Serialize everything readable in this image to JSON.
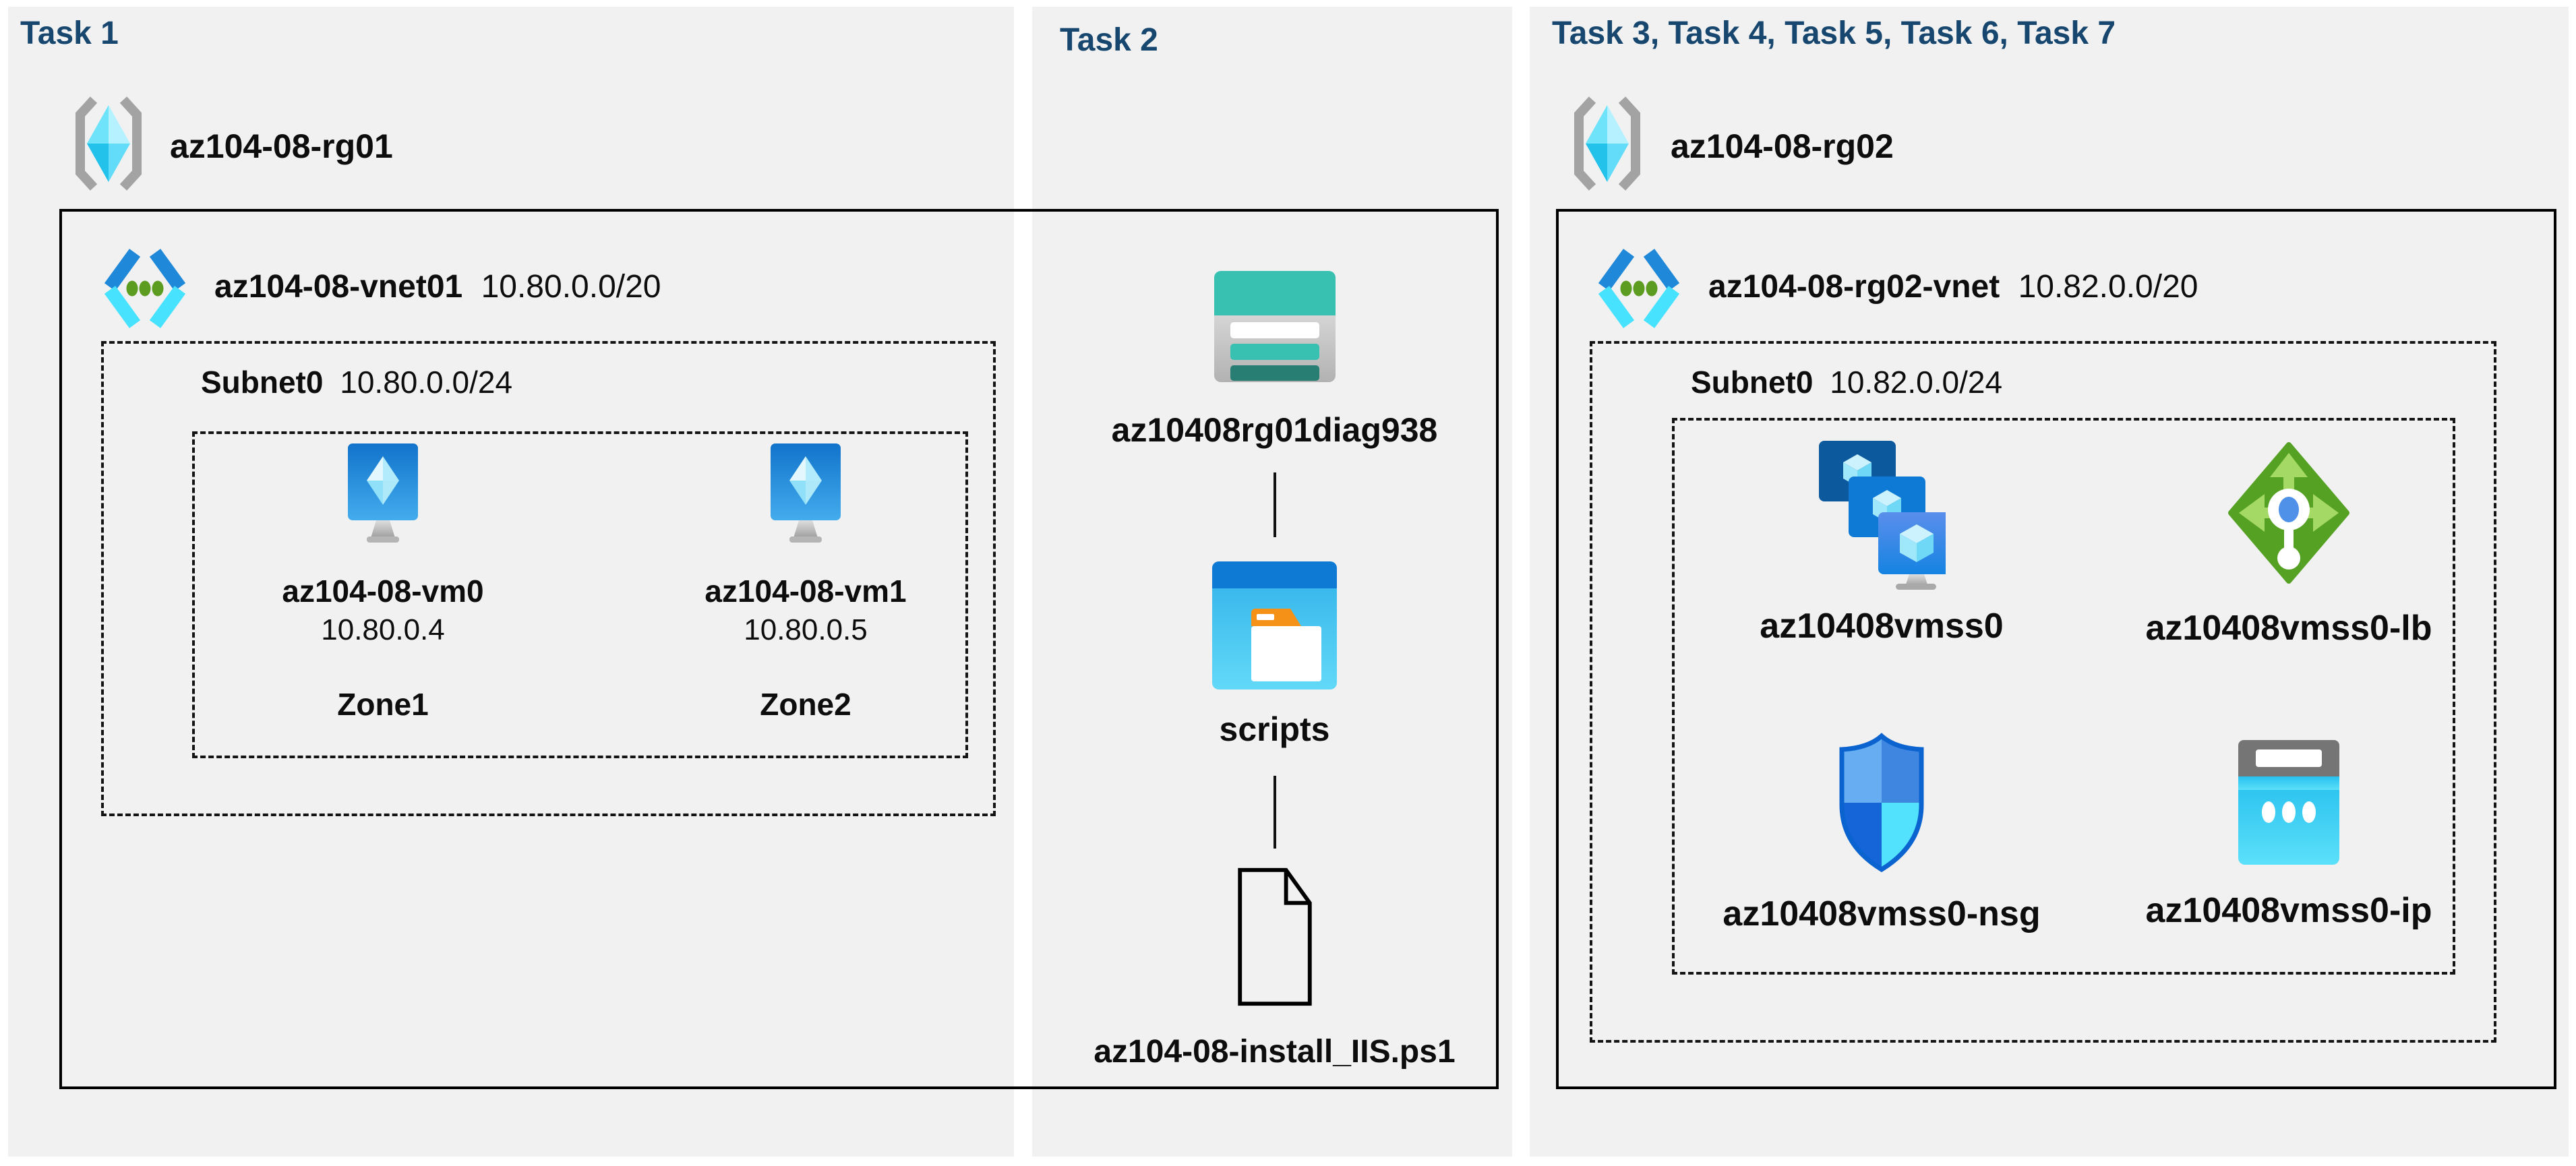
{
  "colors": {
    "page_bg": "#ffffff",
    "panel_bg": "#f1f1f1",
    "header_text": "#17476f",
    "label_text": "#0d0d0d",
    "box_border": "#000000",
    "vnet_blue": "#1f88d9",
    "vnet_cyan": "#47e2fe",
    "vnet_green": "#5b9c21",
    "storage_teal": "#38c0b0",
    "lb_green": "#55a124",
    "nsg_blue": "#0b63cf",
    "ip_cyan": "#28c2ef"
  },
  "panels": {
    "task1": {
      "header": "Task 1",
      "resource_group": "az104-08-rg01",
      "vnet": {
        "name": "az104-08-vnet01",
        "cidr": "10.80.0.0/20"
      },
      "subnet": {
        "name": "Subnet0",
        "cidr": "10.80.0.0/24"
      },
      "vms": [
        {
          "name": "az104-08-vm0",
          "ip": "10.80.0.4",
          "zone": "Zone1",
          "icon": "virtual-machine-icon"
        },
        {
          "name": "az104-08-vm1",
          "ip": "10.80.0.5",
          "zone": "Zone2",
          "icon": "virtual-machine-icon"
        }
      ]
    },
    "task2": {
      "header": "Task 2",
      "storage_account": "az10408rg01diag938",
      "container": "scripts",
      "script_file": "az104-08-install_IIS.ps1"
    },
    "task3": {
      "header": "Task 3, Task 4, Task 5, Task 6, Task 7",
      "resource_group": "az104-08-rg02",
      "vnet": {
        "name": "az104-08-rg02-vnet",
        "cidr": "10.82.0.0/20"
      },
      "subnet": {
        "name": "Subnet0",
        "cidr": "10.82.0.0/24"
      },
      "resources": [
        {
          "name": "az10408vmss0",
          "icon": "vmss-icon"
        },
        {
          "name": "az10408vmss0-lb",
          "icon": "load-balancer-icon"
        },
        {
          "name": "az10408vmss0-nsg",
          "icon": "network-security-group-icon"
        },
        {
          "name": "az10408vmss0-ip",
          "icon": "public-ip-icon"
        }
      ]
    }
  }
}
